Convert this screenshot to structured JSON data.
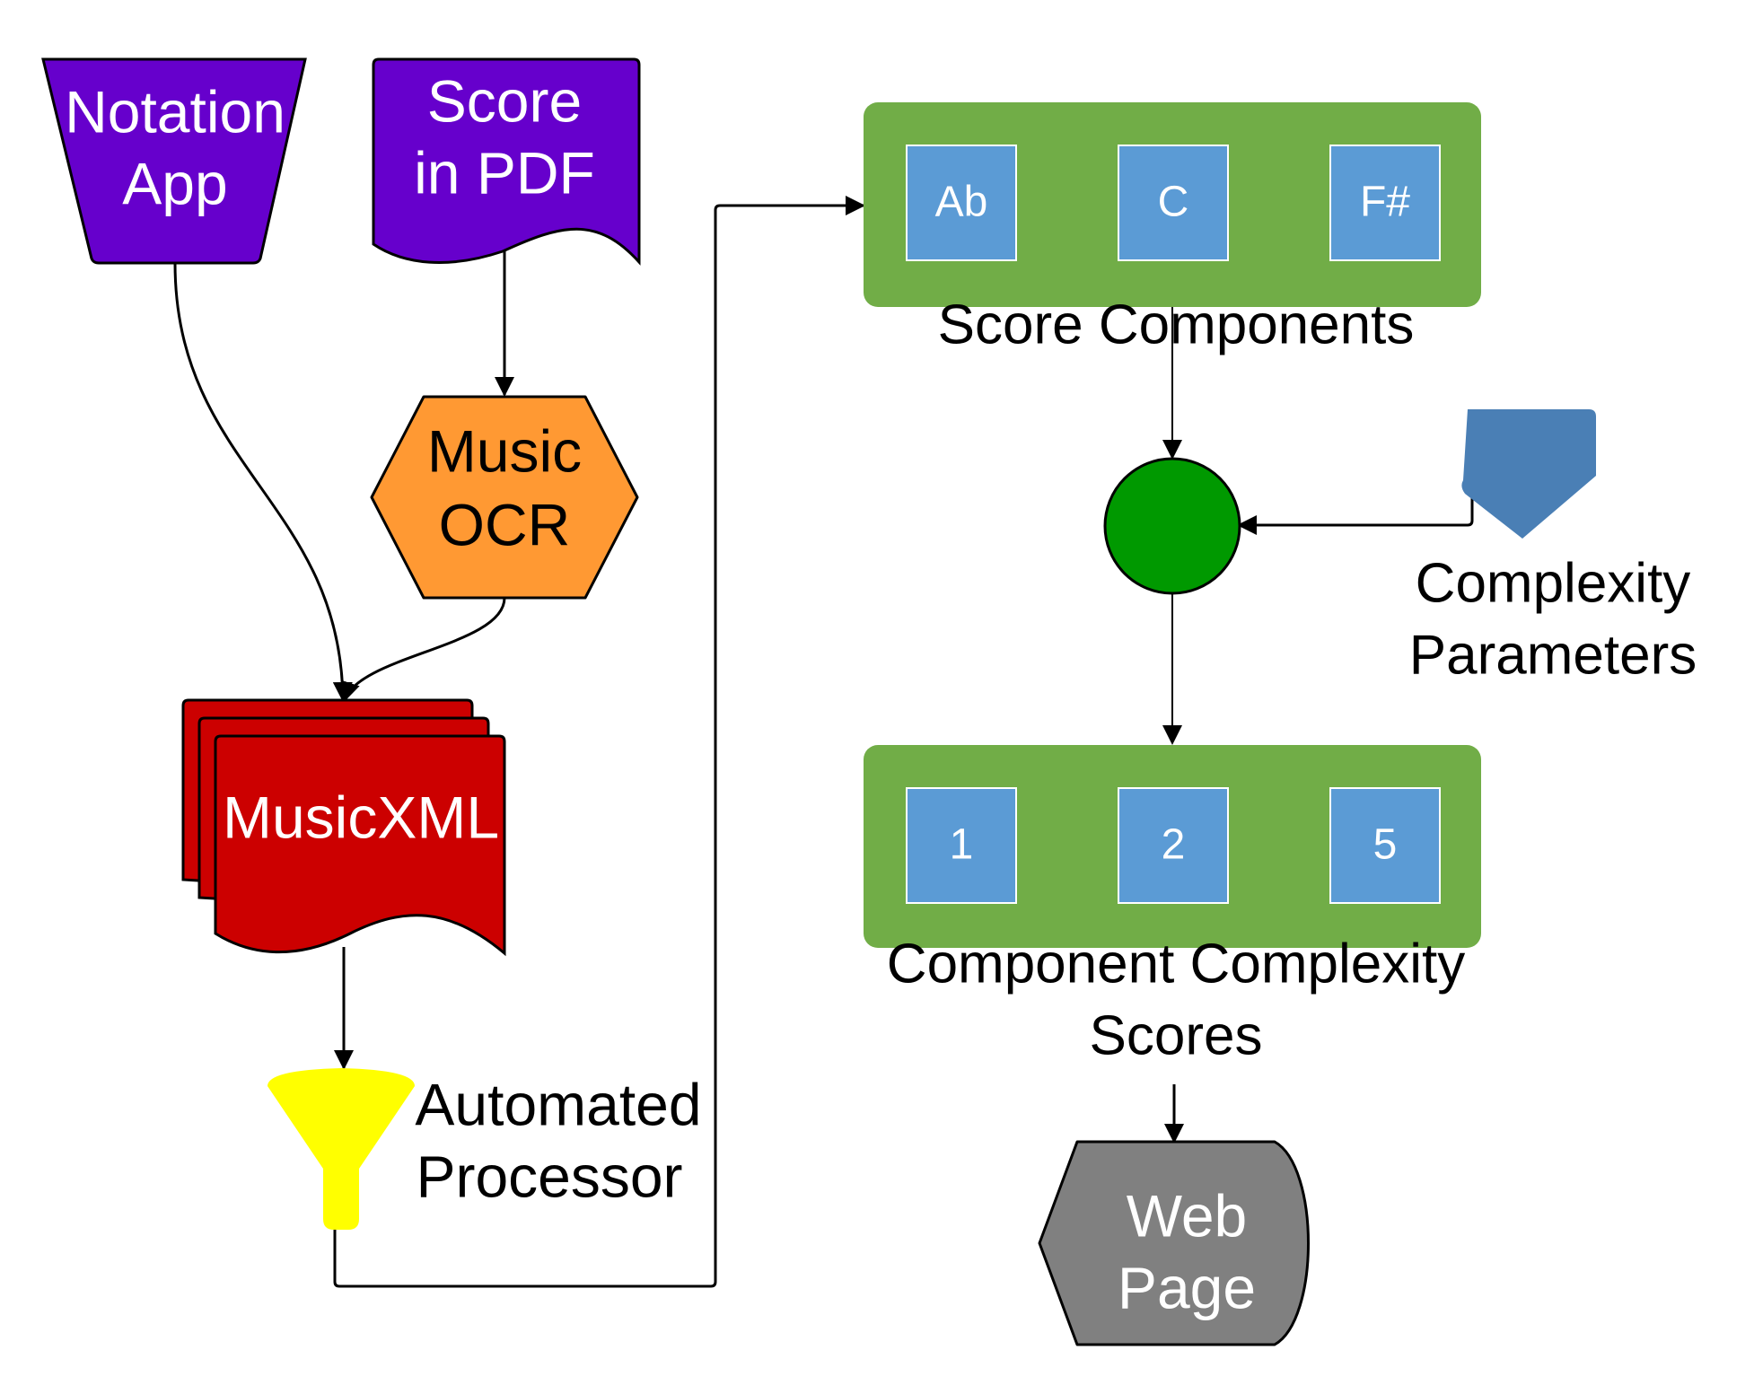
{
  "colors": {
    "purple": "#6600cc",
    "orange": "#ff9933",
    "red": "#cc0000",
    "yellow": "#ffff00",
    "green_panel": "#71ad47",
    "blue_box": "#5b9bd5",
    "green_circle": "#009900",
    "tag_blue": "#4a7fb5",
    "gray": "#808080"
  },
  "nodes": {
    "notation_app": {
      "line1": "Notation",
      "line2": "App"
    },
    "score_pdf": {
      "line1": "Score",
      "line2": "in PDF"
    },
    "music_ocr": {
      "line1": "Music",
      "line2": "OCR"
    },
    "musicxml": {
      "label": "MusicXML"
    },
    "automated_processor": {
      "line1": "Automated",
      "line2": "Processor"
    },
    "score_components": {
      "label": "Score Components",
      "items": [
        "Ab",
        "C",
        "F#"
      ]
    },
    "complexity_parameters": {
      "line1": "Complexity",
      "line2": "Parameters"
    },
    "component_scores": {
      "line1": "Component Complexity",
      "line2": "Scores",
      "items": [
        "1",
        "2",
        "5"
      ]
    },
    "web_page": {
      "line1": "Web",
      "line2": "Page"
    }
  }
}
